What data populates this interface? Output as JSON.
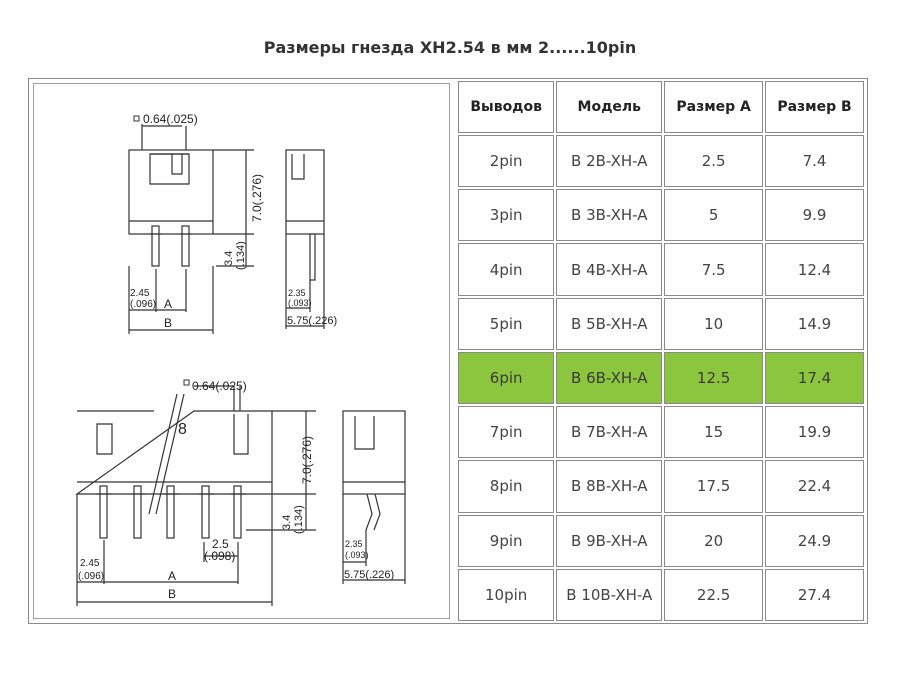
{
  "title": "Размеры гнезда XH2.54 в мм  2......10pin",
  "drawing": {
    "top": {
      "pin_size": "0.64(.025)",
      "height": "7.0(.276)",
      "pin_len_1": "3.4",
      "pin_len_2": "(.134)",
      "pitch_1": "2.45",
      "pitch_2": "(.096)",
      "dim_a": "A",
      "dim_b": "B",
      "side_1": "2.35",
      "side_2": "(.093)",
      "side_w": "5.75(.226)"
    },
    "bottom": {
      "pin_size": "0.64(.025)",
      "count": "8",
      "height": "7.0(.276)",
      "pin_len_1": "3.4",
      "pin_len_2": "(.134)",
      "pitch_1": "2.5",
      "pitch_2": "(.098)",
      "offset_1": "2.45",
      "offset_2": "(.096)",
      "dim_a": "A",
      "dim_b": "B",
      "side_1": "2.35",
      "side_2": "(.093)",
      "side_w": "5.75(.226)"
    }
  },
  "table": {
    "headers": [
      "Выводов",
      "Модель",
      "Размер A",
      "Размер B"
    ],
    "rows": [
      [
        "2pin",
        "B 2B-XH-A",
        "2.5",
        "7.4"
      ],
      [
        "3pin",
        "B 3B-XH-A",
        "5",
        "9.9"
      ],
      [
        "4pin",
        "B 4B-XH-A",
        "7.5",
        "12.4"
      ],
      [
        "5pin",
        "B 5B-XH-A",
        "10",
        "14.9"
      ],
      [
        "6pin",
        "B 6B-XH-A",
        "12.5",
        "17.4"
      ],
      [
        "7pin",
        "B 7B-XH-A",
        "15",
        "19.9"
      ],
      [
        "8pin",
        "B 8B-XH-A",
        "17.5",
        "22.4"
      ],
      [
        "9pin",
        "B 9B-XH-A",
        "20",
        "24.9"
      ],
      [
        "10pin",
        "B 10B-XH-A",
        "22.5",
        "27.4"
      ]
    ],
    "highlight_row": 4,
    "highlight_color": "#8cc63f"
  }
}
